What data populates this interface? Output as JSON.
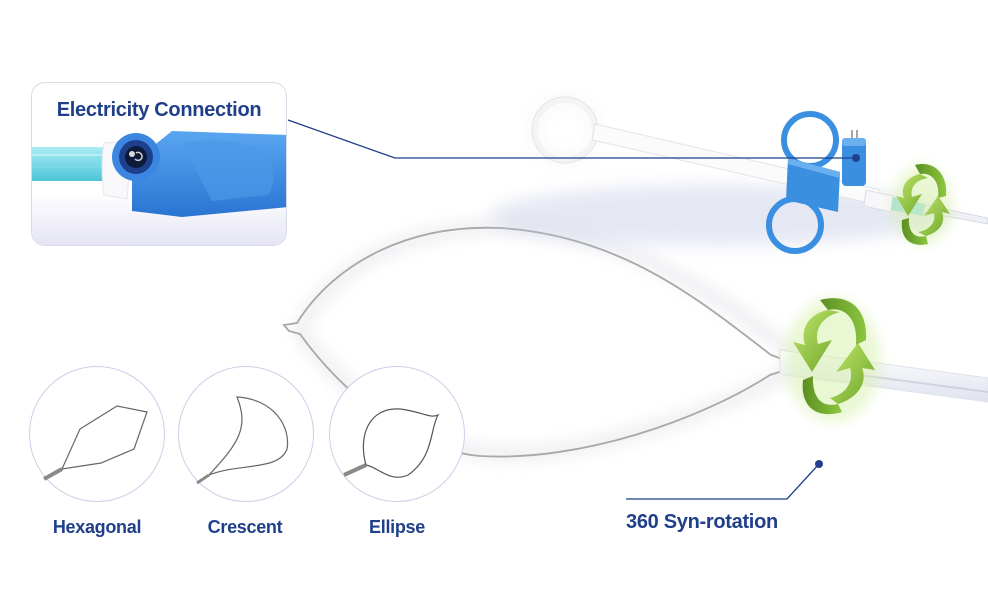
{
  "callouts": {
    "electricity_connection": "Electricity Connection",
    "rotation": "360 Syn-rotation"
  },
  "snare_shapes": [
    {
      "label": "Hexagonal",
      "icon": "hexagonal-snare-icon"
    },
    {
      "label": "Crescent",
      "icon": "crescent-snare-icon"
    },
    {
      "label": "Ellipse",
      "icon": "ellipse-snare-icon"
    }
  ],
  "colors": {
    "text_primary": "#1f3f8a",
    "handle_blue": "#3b8fe0",
    "rotation_green": "#8cc63f",
    "wire_gray": "#a8a8a8",
    "circle_border": "#c9d1e8"
  }
}
